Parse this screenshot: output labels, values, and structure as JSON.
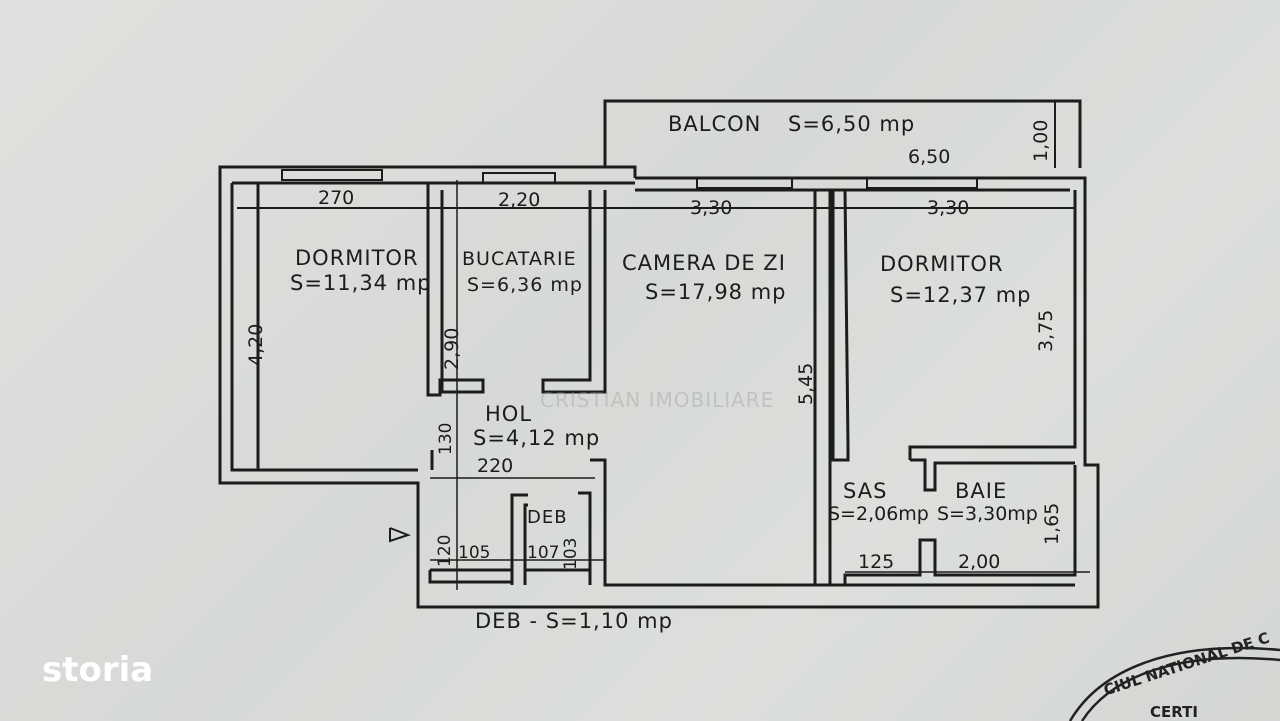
{
  "balcony": {
    "label": "BALCON",
    "area": "S=6,50 mp",
    "width": "6,50",
    "depth": "1,00"
  },
  "rooms": [
    {
      "name": "DORMITOR",
      "area": "S=11,34 mp"
    },
    {
      "name": "BUCATARIE",
      "area": "S=6,36 mp"
    },
    {
      "name": "CAMERA DE ZI",
      "area": "S=17,98 mp"
    },
    {
      "name": "DORMITOR",
      "area": "S=12,37 mp"
    },
    {
      "name": "HOL",
      "area": "S=4,12 mp"
    },
    {
      "name": "SAS",
      "area": "S=2,06mp"
    },
    {
      "name": "BAIE",
      "area": "S=3,30mp"
    },
    {
      "name": "DEB"
    }
  ],
  "deb_note": "DEB - S=1,10 mp",
  "dimensions": {
    "d270": "270",
    "d220a": "2,20",
    "d330a": "3,30",
    "d330b": "3,30",
    "d420": "4,20",
    "d290": "2,90",
    "d545": "5,45",
    "d375": "3,75",
    "d130": "130",
    "d220b": "220",
    "d120": "120",
    "d105": "105",
    "d107": "107",
    "d103": "103",
    "d125": "125",
    "d200": "2,00",
    "d165": "1,65"
  },
  "watermark": "CRISTIAN IMOBILIARE",
  "brand": "storia",
  "stamp": {
    "line1": "CIUL NATIONAL DE C",
    "line2": "CERTI"
  },
  "colors": {
    "ink": "#1c1c1c",
    "paper": "#d9dcd8",
    "brand": "#ffffff"
  }
}
